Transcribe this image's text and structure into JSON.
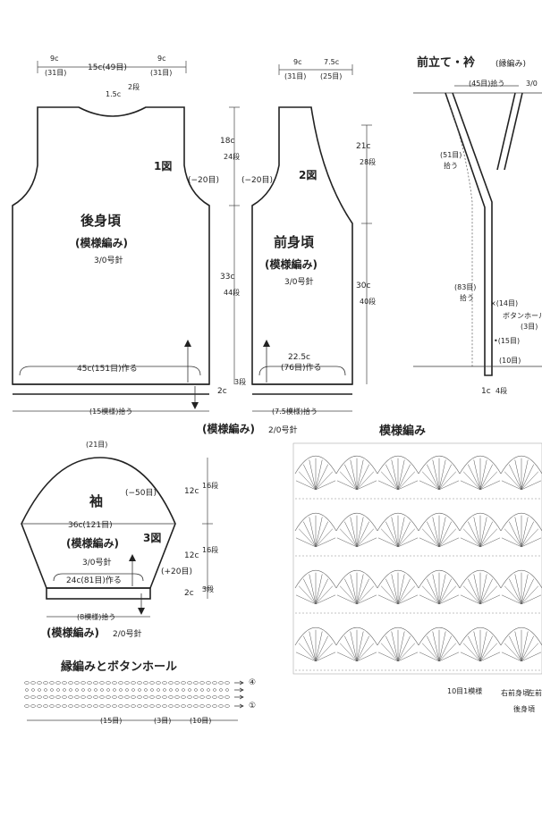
{
  "back": {
    "top_left": "9c",
    "top_left_sts": "(31目)",
    "top_mid": "15c(49目)",
    "top_right": "9c",
    "top_right_sts": "(31目)",
    "neck": "1.5c",
    "neck_rows": "2段",
    "fig": "1図",
    "title": "後身頃",
    "pattern": "(模様編み)",
    "needle": "3/0号針",
    "dec": "(−20目)",
    "start": "45c(151目)作る",
    "pickup": "(15模様)拾う",
    "ribbing": "(模様編み)",
    "ribbing_needle": "2/0号針"
  },
  "center": {
    "armhole": "18c",
    "armhole_rows": "24段",
    "body": "33c",
    "body_rows": "44段",
    "edge": "2c",
    "edge_rows": "3段"
  },
  "front": {
    "top_left": "9c",
    "top_left_sts": "(31目)",
    "top_right": "7.5c",
    "top_right_sts": "(25目)",
    "fig": "2図",
    "title": "前身頃",
    "pattern": "(模様編み)",
    "needle": "3/0号針",
    "dec": "(−20目)",
    "upper": "21c",
    "upper_rows": "28段",
    "lower": "30c",
    "lower_rows": "40段",
    "start": "22.5c",
    "start_sts": "(76目)作る",
    "pickup": "(7.5模様)拾う"
  },
  "band": {
    "title": "前立て・衿",
    "title_note": "(縁編み)",
    "top_pick": "(45目)拾う",
    "top_right": "3/0",
    "neck_pick": "(51目)",
    "neck_pick2": "拾う",
    "front_pick": "(83目)",
    "front_pick2": "拾う",
    "sts14": "×(14目)",
    "buttonhole": "ボタンホール",
    "buttonhole_num": "(3目)",
    "sts15": "•(15目)",
    "sts10": "(10目)",
    "width": "1c",
    "width_rows": "4段"
  },
  "sleeve": {
    "top": "(21目)",
    "dec": "(−50目)",
    "cap": "12c",
    "cap_rows": "16段",
    "title": "袖",
    "width": "36c(121目)",
    "fig": "3図",
    "pattern": "(模様編み)",
    "needle": "3/0号針",
    "inc": "(+20目)",
    "body": "12c",
    "body_rows": "16段",
    "start": "24c(81目)作る",
    "edge": "2c",
    "edge_rows": "3段",
    "pickup": "(8模様)拾う",
    "ribbing": "(模様編み)",
    "ribbing_needle": "2/0号針"
  },
  "chart": {
    "title": "模様編み",
    "repeat": "10目1模様",
    "c1": "右前身頃",
    "c2": "後身頃",
    "c3": "左前身頃"
  },
  "edging": {
    "title": "縁編みとボタンホール",
    "row4": "④",
    "row1": "①",
    "s1": "(15目)",
    "s2": "(3目)",
    "s3": "(10目)"
  }
}
